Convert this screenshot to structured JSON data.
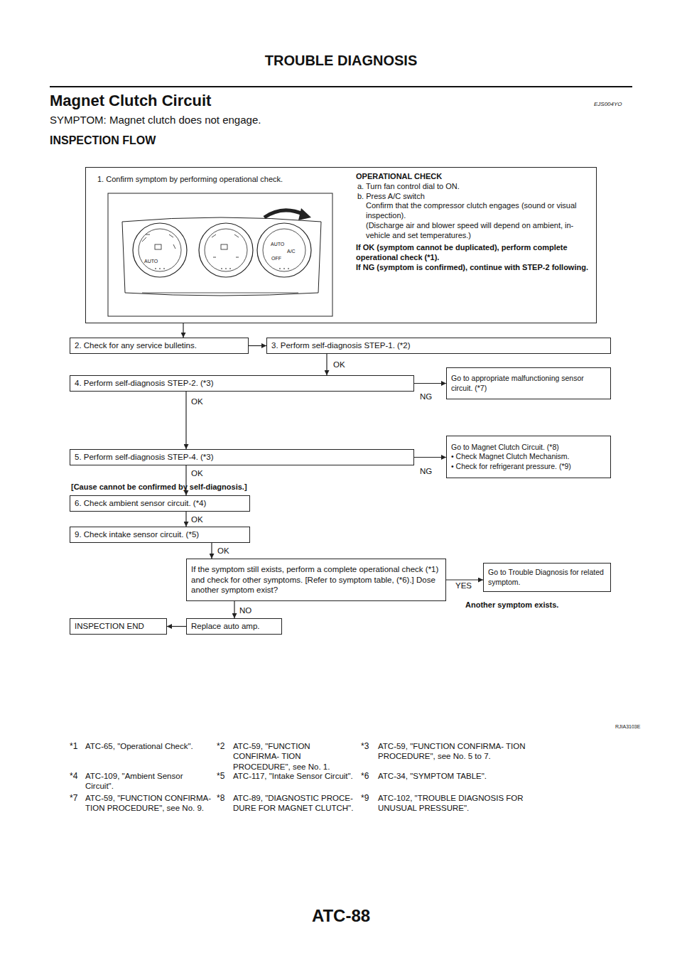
{
  "diagram": {
    "title": "TROUBLE DIAGNOSIS",
    "nodes": [
      {
        "text": [
          "1. Confirm symptom by performing operational check.",
          "OPERATIONAL CHECK",
          "a. Turn fan control dial to ON.",
          "b. Press A/C switch",
          "Confirm that the compressor clutch engages (sound or visual inspection).",
          "(Discharge air and blower speed will depend on ambient, in-vehicle and set temperatures.)",
          "If OK (symptom cannot be duplicated), perform complete operational check (*1).",
          "If NG (symptom is confirmed), continue with STEP-2 following."
        ]
      },
      {
        "text": [
          "2. Check for any service bulletins."
        ]
      },
      {
        "text": [
          "3. Perform self-diagnosis STEP-1. (*2)"
        ]
      },
      {
        "text": [
          "4. Perform self-diagnosis STEP-2. (*3)"
        ]
      },
      {
        "text": [
          "Go to appropriate malfunctioning sensor circuit. (*7)"
        ]
      },
      {
        "text": [
          "5. Perform self-diagnosis STEP-4. (*3)"
        ]
      },
      {
        "text": [
          "Go to Magnet Clutch Circuit. (*8)",
          "• Check Magnet Clutch Mechanism.",
          "• Check for refrigerant pressure. (*9)"
        ]
      },
      {
        "text": [
          "6. Check ambient sensor circuit. (*4)"
        ]
      },
      {
        "text": [
          "9. Check intake sensor circuit. (*5)"
        ]
      },
      {
        "text": [
          "If the symptom still exists, perform a complete operational check (*1) and check for other symptoms. [Refer to symptom table, (*6).] Dose another symptom exist?"
        ]
      },
      {
        "text": [
          "Go to Trouble Diagnosis for related symptom."
        ]
      },
      {
        "text": [
          "INSPECTION END"
        ]
      },
      {
        "text": [
          "Replace auto amp."
        ]
      }
    ],
    "edges": [
      {
        "from": 0,
        "to": 1,
        "arrow": "to"
      },
      {
        "from": 1,
        "to": 2,
        "arrow": "to"
      },
      {
        "from": 2,
        "to": 3,
        "label": "OK",
        "arrow": "to"
      },
      {
        "from": 3,
        "to": 4,
        "label": "NG",
        "arrow": "to"
      },
      {
        "from": 3,
        "to": 5,
        "label": "OK",
        "arrow": "to"
      },
      {
        "from": 5,
        "to": 6,
        "label": "NG",
        "arrow": "to"
      },
      {
        "from": 5,
        "to": 7,
        "label": "OK",
        "arrow": "to"
      },
      {
        "from": 7,
        "to": 8,
        "label": "OK",
        "arrow": "to"
      },
      {
        "from": 8,
        "to": 9,
        "label": "OK",
        "arrow": "to"
      },
      {
        "from": 9,
        "to": 10,
        "label": "YES",
        "arrow": "to"
      },
      {
        "from": 9,
        "to": 12,
        "label": "NO",
        "arrow": "to"
      },
      {
        "from": 12,
        "to": 11,
        "arrow": "to"
      }
    ],
    "labels": [
      "Magnet Clutch Circuit",
      "EJS004YO",
      "SYMPTOM: Magnet clutch does not engage.",
      "INSPECTION FLOW",
      "AUTO",
      "AUTO",
      "A/C",
      "OFF",
      "[Cause cannot be confirmed by self-diagnosis.]",
      "Another symptom exists.",
      "RJIA3103E",
      "*1",
      "ATC-65, \"Operational Check\".",
      "*2",
      "ATC-59, \"FUNCTION CONFIRMA- TION PROCEDURE\", see No. 1.",
      "*3",
      "ATC-59, \"FUNCTION CONFIRMA- TION PROCEDURE\", see No. 5 to 7.",
      "*4",
      "ATC-109, \"Ambient Sensor Circuit\".",
      "*5",
      "ATC-117, \"Intake Sensor Circuit\".",
      "*6",
      "ATC-34, \"SYMPTOM TABLE\".",
      "*7",
      "ATC-59, \"FUNCTION CONFIRMA- TION PROCEDURE\", see No. 9.",
      "*8",
      "ATC-89, \"DIAGNOSTIC PROCE- DURE FOR MAGNET CLUTCH\".",
      "*9",
      "ATC-102, \"TROUBLE DIAGNOSIS FOR UNUSUAL PRESSURE\".",
      "ATC-88"
    ]
  }
}
